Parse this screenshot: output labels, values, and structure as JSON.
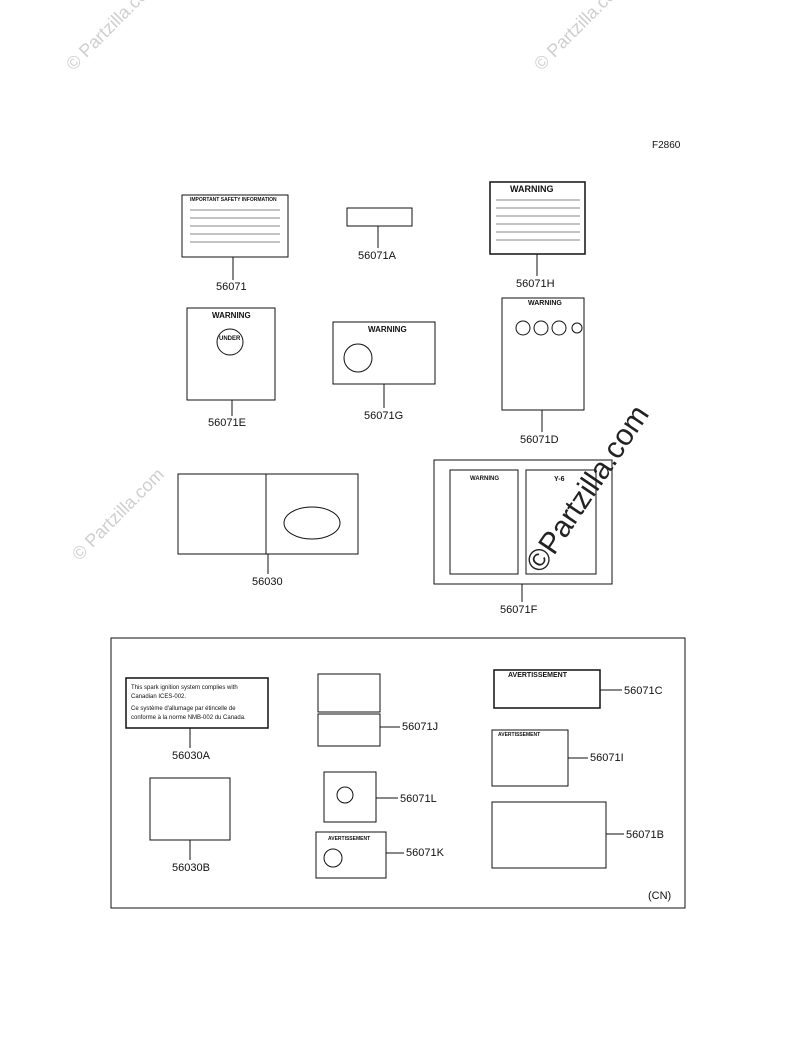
{
  "figure_id": "F2860",
  "watermark": "© Partzilla.com",
  "watermark_big": "©Partzilla.com",
  "region_code": "(CN)",
  "labels": {
    "p56071": "56071",
    "p56071A": "56071A",
    "p56071H": "56071H",
    "p56071E": "56071E",
    "p56071G": "56071G",
    "p56071D": "56071D",
    "p56030": "56030",
    "p56071F": "56071F",
    "p56030A": "56030A",
    "p56071J": "56071J",
    "p56071C": "56071C",
    "p56071I": "56071I",
    "p56030B": "56030B",
    "p56071L": "56071L",
    "p56071K": "56071K",
    "p56071B": "56071B"
  },
  "decal_text": {
    "warning": "WARNING",
    "avertissement": "AVERTISSEMENT",
    "important": "IMPORTANT SAFETY INFORMATION",
    "under": "UNDER",
    "youth": "Y-6",
    "emission_line1": "This spark ignition system complies with",
    "emission_line2": "Canadian ICES-002.",
    "emission_line3": "Ce système d'allumage par étincelle de",
    "emission_line4": "conforme à la norme NMB-002 du Canada."
  }
}
